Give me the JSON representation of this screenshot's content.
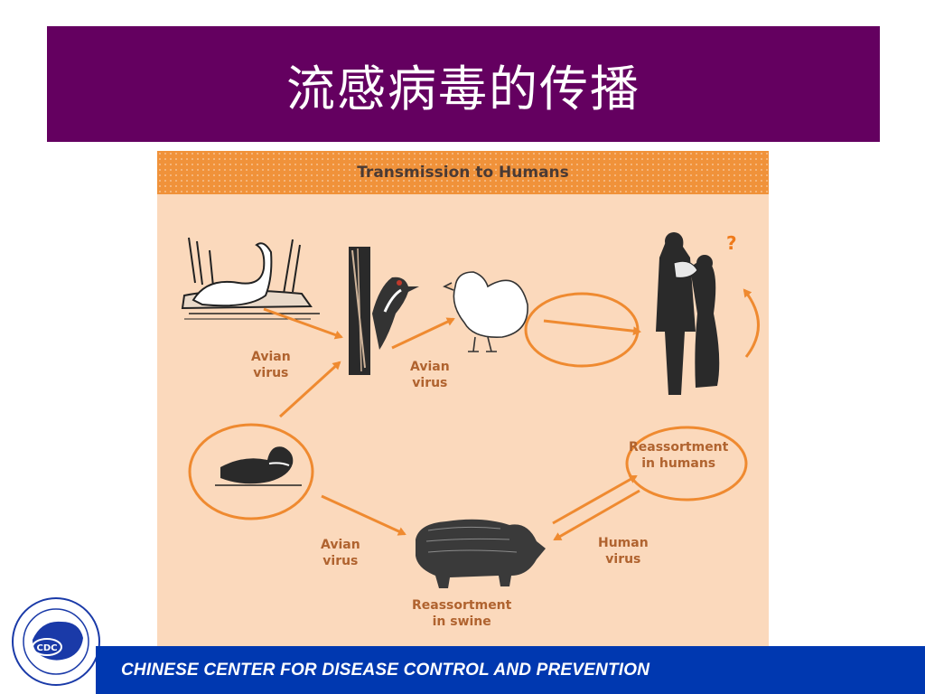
{
  "slide": {
    "title": "流感病毒的传播",
    "footer": "CHINESE CENTER FOR DISEASE CONTROL AND PREVENTION"
  },
  "diagram": {
    "header": "Transmission to Humans",
    "question_mark": "?",
    "labels": {
      "avian_virus_1": "Avian\nvirus",
      "avian_virus_2": "Avian\nvirus",
      "avian_virus_3": "Avian\nvirus",
      "reassortment_humans": "Reassortment\nin humans",
      "reassortment_swine": "Reassortment\nin swine",
      "human_virus": "Human\nvirus"
    },
    "colors": {
      "panel": "#fbd9bc",
      "header": "#f0923a",
      "arrow": "#ef8a30"
    }
  },
  "logo": {
    "text": "CDC"
  },
  "colors": {
    "title_bar": "#640060",
    "footer_bar": "#0038b0"
  }
}
